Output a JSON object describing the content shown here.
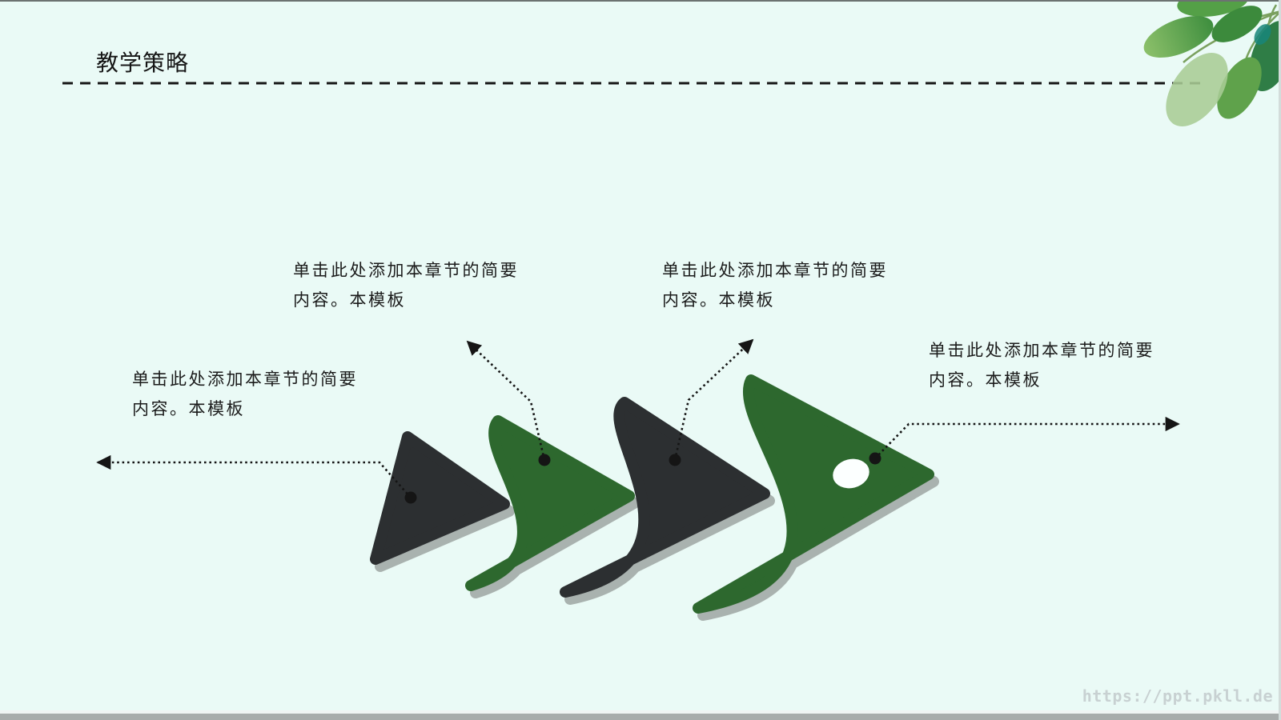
{
  "slide": {
    "title": "教学策略",
    "watermark": "https://ppt.pkll.de"
  },
  "callouts": {
    "left": {
      "line1": "单击此处添加本章节的简要",
      "line2": "内容。本模板"
    },
    "top_left": {
      "line1": "单击此处添加本章节的简要",
      "line2": "内容。本模板"
    },
    "top_right": {
      "line1": "单击此处添加本章节的简要",
      "line2": "内容。本模板"
    },
    "right": {
      "line1": "单击此处添加本章节的简要",
      "line2": "内容。本模板"
    }
  },
  "diagram": {
    "type": "process-arrow-sequence",
    "steps": [
      {
        "index": 1,
        "color_key": "dark",
        "has_eye": false
      },
      {
        "index": 2,
        "color_key": "green",
        "has_eye": false
      },
      {
        "index": 3,
        "color_key": "dark",
        "has_eye": false
      },
      {
        "index": 4,
        "color_key": "green",
        "has_eye": true
      }
    ]
  },
  "colors": {
    "background": "#eafaf6",
    "shape_dark": "#2c2f31",
    "shape_green": "#2d682e",
    "shadow": "#a9b2af",
    "line": "#151515",
    "text": "#1b1b1b",
    "watermark_gray": "#c8d1d2",
    "eye_white": "#fcffff",
    "leaf_greens": [
      "#54a047",
      "#86bd63",
      "#a8cc95",
      "#5fa24b",
      "#2f7d46",
      "#18857a"
    ]
  }
}
